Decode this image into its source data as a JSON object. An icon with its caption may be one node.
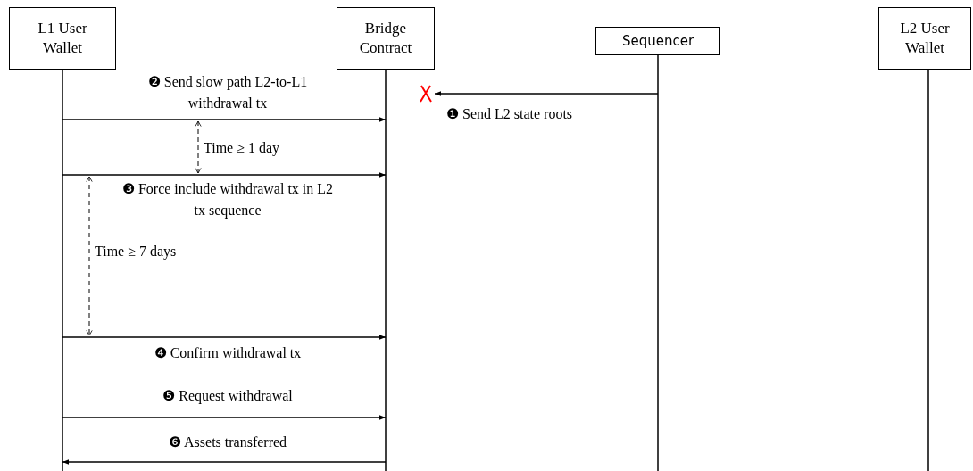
{
  "diagram": {
    "nodes": [
      {
        "text": [
          "L1 User Wallet"
        ]
      },
      {
        "text": [
          "Bridge Contract"
        ]
      },
      {
        "text": [
          "Sequencer"
        ]
      },
      {
        "text": [
          "L2 User Wallet"
        ]
      }
    ],
    "edges": [
      {
        "from": 2,
        "to": 1,
        "arrow": "to",
        "label": "❶ Send L2 state roots"
      },
      {
        "from": 0,
        "to": 1,
        "arrow": "to",
        "label": "❷ Send slow path L2-to-L1 withdrawal tx"
      },
      {
        "from": 0,
        "to": 1,
        "arrow": "to",
        "label": "❸ Force include withdrawal tx in L2 tx sequence"
      },
      {
        "from": 0,
        "to": 1,
        "arrow": "to",
        "label": "❹ Confirm withdrawal tx"
      },
      {
        "from": 0,
        "to": 1,
        "arrow": "to",
        "label": "❺ Request withdrawal"
      },
      {
        "from": 1,
        "to": 0,
        "arrow": "to",
        "label": "❻ Assets transferred"
      }
    ],
    "labels": [
      "Time ≥ 1 day",
      "Time ≥ 7 days"
    ]
  }
}
